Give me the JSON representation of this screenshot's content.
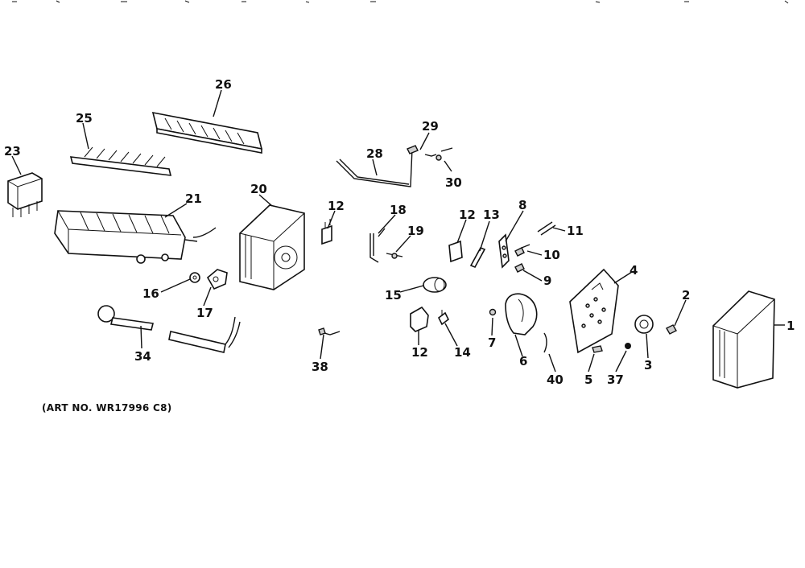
{
  "labels": {
    "p1": "1",
    "p2": "2",
    "p3": "3",
    "p4": "4",
    "p5": "5",
    "p6": "6",
    "p7": "7",
    "p8": "8",
    "p9": "9",
    "p10": "10",
    "p11": "11",
    "p12a": "12",
    "p12b": "12",
    "p12c": "12",
    "p13": "13",
    "p14": "14",
    "p15": "15",
    "p16": "16",
    "p17": "17",
    "p18": "18",
    "p19": "19",
    "p20": "20",
    "p21": "21",
    "p23": "23",
    "p25": "25",
    "p26": "26",
    "p28": "28",
    "p29": "29",
    "p30": "30",
    "p34": "34",
    "p37": "37",
    "p38": "38",
    "p40": "40"
  },
  "art_number": "(ART NO. WR17996 C8)",
  "colors": {
    "ink": "#111111",
    "paper": "#ffffff"
  }
}
